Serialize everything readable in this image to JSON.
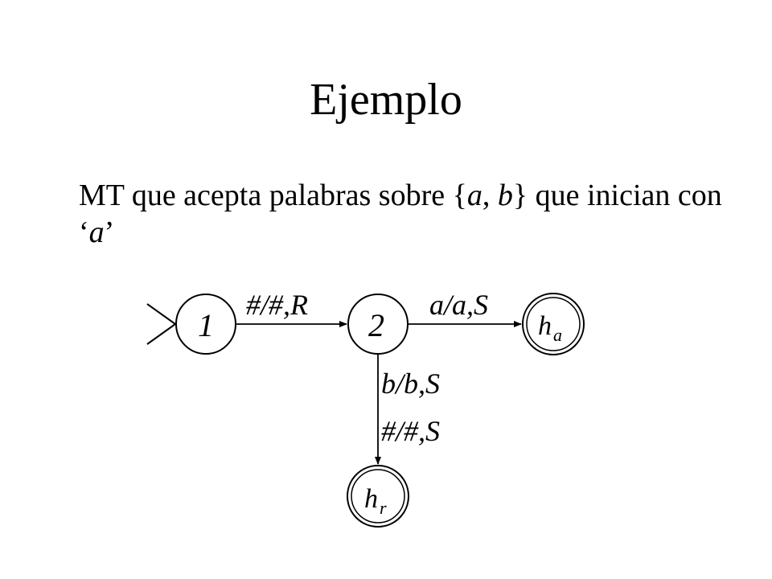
{
  "slide": {
    "title": "Ejemplo",
    "text": {
      "prefix": "MT que acepta palabras sobre {",
      "sym_a": "a",
      "sep": ", ",
      "sym_b": "b",
      "middle": "} que inician con ‘",
      "quoted": "a",
      "suffix": "’"
    }
  },
  "diagram": {
    "states": [
      {
        "id": "1",
        "label": "1",
        "sub": "",
        "final": false,
        "initial": true
      },
      {
        "id": "2",
        "label": "2",
        "sub": "",
        "final": false,
        "initial": false
      },
      {
        "id": "ha",
        "label": "h",
        "sub": "a",
        "final": true,
        "initial": false
      },
      {
        "id": "hr",
        "label": "h",
        "sub": "r",
        "final": true,
        "initial": false
      }
    ],
    "transitions": [
      {
        "from": "1",
        "to": "2",
        "labels": [
          "#/#,R"
        ]
      },
      {
        "from": "2",
        "to": "ha",
        "labels": [
          "a/a,S"
        ]
      },
      {
        "from": "2",
        "to": "hr",
        "labels": [
          "b/b,S",
          "#/#,S"
        ]
      }
    ]
  }
}
